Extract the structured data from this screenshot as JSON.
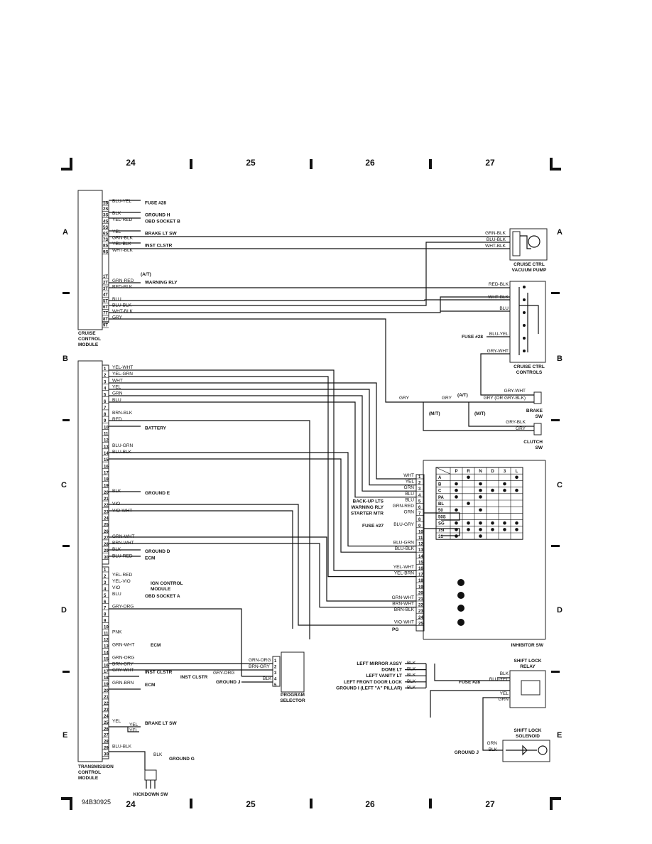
{
  "columns": [
    "24",
    "25",
    "26",
    "27"
  ],
  "rows": [
    "A",
    "B",
    "C",
    "D",
    "E"
  ],
  "figure_id": "94B30925",
  "components": {
    "cruise_module": "CRUISE CONTROL MODULE",
    "tcm": "TRANSMISSION CONTROL MODULE",
    "vacuum_pump": "CRUISE CTRL VACUUM PUMP",
    "cruise_controls": "CRUISE CTRL CONTROLS",
    "brake_sw": "BRAKE SW",
    "clutch_sw": "CLUTCH SW",
    "inhibitor_sw": "INHIBITOR SW",
    "shift_lock_relay": "SHIFT LOCK RELAY",
    "shift_lock_solenoid": "SHIFT LOCK SOLENOID",
    "program_selector": "PROGRAM SELECTOR",
    "kickdown_sw": "KICKDOWN SW",
    "ign_control_module": "IGN CONTROL MODULE"
  },
  "cruise_pins": [
    {
      "pin": "1S",
      "wire": "BLU-YEL",
      "dest": "FUSE #28"
    },
    {
      "pin": "2S",
      "wire": "",
      "dest": ""
    },
    {
      "pin": "3S",
      "wire": "BLK",
      "dest": "GROUND H"
    },
    {
      "pin": "4S",
      "wire": "YEL-RED",
      "dest": "OBD SOCKET B"
    },
    {
      "pin": "5S",
      "wire": "",
      "dest": ""
    },
    {
      "pin": "6S",
      "wire": "YEL",
      "dest": "BRAKE LT SW"
    },
    {
      "pin": "7S",
      "wire": "GRN-BLK",
      "dest": ""
    },
    {
      "pin": "8S",
      "wire": "YEL-BLK",
      "dest": "INST CLSTR"
    },
    {
      "pin": "9S",
      "wire": "WHT-BLK",
      "dest": ""
    },
    {
      "pin": "1T",
      "wire": "",
      "dest": ""
    },
    {
      "pin": "2T",
      "wire": "GRN-RED",
      "dest": "WARNING RLY"
    },
    {
      "pin": "3T",
      "wire": "RED-BLK",
      "dest": ""
    },
    {
      "pin": "4T",
      "wire": "",
      "dest": ""
    },
    {
      "pin": "5T",
      "wire": "BLU",
      "dest": ""
    },
    {
      "pin": "6T",
      "wire": "BLU-BLK",
      "dest": ""
    },
    {
      "pin": "7T",
      "wire": "WHT-BLK",
      "dest": ""
    },
    {
      "pin": "8T",
      "wire": "GRY",
      "dest": ""
    },
    {
      "pin": "9T",
      "wire": "",
      "dest": ""
    }
  ],
  "tcm_b": [
    {
      "pin": "1",
      "wire": "YEL-WHT",
      "dest": ""
    },
    {
      "pin": "2",
      "wire": "YEL-GRN",
      "dest": ""
    },
    {
      "pin": "3",
      "wire": "WHT",
      "dest": ""
    },
    {
      "pin": "4",
      "wire": "YEL",
      "dest": ""
    },
    {
      "pin": "5",
      "wire": "GRN",
      "dest": ""
    },
    {
      "pin": "6",
      "wire": "BLU",
      "dest": ""
    },
    {
      "pin": "7",
      "wire": "",
      "dest": ""
    },
    {
      "pin": "8",
      "wire": "BRN-BLK",
      "dest": ""
    },
    {
      "pin": "9",
      "wire": "RED",
      "dest": ""
    },
    {
      "pin": "10",
      "wire": "",
      "dest": "BATTERY"
    },
    {
      "pin": "11",
      "wire": "",
      "dest": ""
    },
    {
      "pin": "12",
      "wire": "",
      "dest": ""
    },
    {
      "pin": "13",
      "wire": "BLU-GRN",
      "dest": ""
    },
    {
      "pin": "14",
      "wire": "BLU-BLK",
      "dest": ""
    },
    {
      "pin": "15",
      "wire": "",
      "dest": ""
    },
    {
      "pin": "16",
      "wire": "",
      "dest": ""
    },
    {
      "pin": "17",
      "wire": "",
      "dest": ""
    },
    {
      "pin": "18",
      "wire": "",
      "dest": ""
    },
    {
      "pin": "19",
      "wire": "",
      "dest": ""
    },
    {
      "pin": "20",
      "wire": "BLK",
      "dest": "GROUND E"
    },
    {
      "pin": "21",
      "wire": "",
      "dest": ""
    },
    {
      "pin": "22",
      "wire": "VIO",
      "dest": ""
    },
    {
      "pin": "23",
      "wire": "VIO-WHT",
      "dest": ""
    },
    {
      "pin": "24",
      "wire": "",
      "dest": ""
    },
    {
      "pin": "25",
      "wire": "",
      "dest": ""
    },
    {
      "pin": "26",
      "wire": "",
      "dest": ""
    },
    {
      "pin": "27",
      "wire": "GRN-WHT",
      "dest": ""
    },
    {
      "pin": "28",
      "wire": "BRN-WHT",
      "dest": ""
    },
    {
      "pin": "29",
      "wire": "BLK",
      "dest": "GROUND D"
    },
    {
      "pin": "30",
      "wire": "BLU-RED",
      "dest": "ECM"
    }
  ],
  "tcm_d": [
    {
      "pin": "1",
      "wire": "",
      "dest": ""
    },
    {
      "pin": "2",
      "wire": "YEL-RED",
      "dest": ""
    },
    {
      "pin": "3",
      "wire": "YEL-VIO",
      "dest": ""
    },
    {
      "pin": "4",
      "wire": "VIO",
      "dest": ""
    },
    {
      "pin": "5",
      "wire": "BLU",
      "dest": "OBD SOCKET A"
    },
    {
      "pin": "6",
      "wire": "",
      "dest": ""
    },
    {
      "pin": "7",
      "wire": "GRY-ORG",
      "dest": ""
    },
    {
      "pin": "8",
      "wire": "",
      "dest": ""
    },
    {
      "pin": "9",
      "wire": "",
      "dest": ""
    },
    {
      "pin": "10",
      "wire": "",
      "dest": ""
    },
    {
      "pin": "11",
      "wire": "PNK",
      "dest": ""
    },
    {
      "pin": "12",
      "wire": "",
      "dest": ""
    },
    {
      "pin": "13",
      "wire": "GRN-WHT",
      "dest": ""
    },
    {
      "pin": "14",
      "wire": "",
      "dest": ""
    },
    {
      "pin": "15",
      "wire": "GRN-ORG",
      "dest": ""
    },
    {
      "pin": "16",
      "wire": "BRN-GRY",
      "dest": ""
    },
    {
      "pin": "17",
      "wire": "GRY-WHT",
      "dest": "INST CLSTR"
    },
    {
      "pin": "18",
      "wire": "",
      "dest": ""
    },
    {
      "pin": "19",
      "wire": "GRN-BRN",
      "dest": "ECM"
    },
    {
      "pin": "20",
      "wire": "",
      "dest": ""
    },
    {
      "pin": "21",
      "wire": "",
      "dest": ""
    },
    {
      "pin": "22",
      "wire": "",
      "dest": ""
    },
    {
      "pin": "23",
      "wire": "",
      "dest": ""
    },
    {
      "pin": "24",
      "wire": "",
      "dest": ""
    },
    {
      "pin": "25",
      "wire": "YEL",
      "dest": "BRAKE LT SW"
    },
    {
      "pin": "26",
      "wire": "",
      "dest": ""
    },
    {
      "pin": "27",
      "wire": "",
      "dest": ""
    },
    {
      "pin": "28",
      "wire": "",
      "dest": ""
    },
    {
      "pin": "29",
      "wire": "BLU-BLK",
      "dest": ""
    },
    {
      "pin": "30",
      "wire": "",
      "dest": ""
    }
  ],
  "labels": {
    "ecm": "ECM",
    "at": "(A/T)",
    "mt": "(M/T)",
    "yel": "YEL",
    "gry": "GRY",
    "gry_or": "GRY (OR GRY-BLK)",
    "gry_wht": "GRY-WHT",
    "gry_blk": "GRY-BLK",
    "grn_blk": "GRN-BLK",
    "blu_blk": "BLU-BLK",
    "wht_blk": "WHT-BLK",
    "red_blk": "RED-BLK",
    "blu": "BLU",
    "blu_yel": "BLU-YEL",
    "fuse28": "FUSE #28",
    "fuse27": "FUSE #27",
    "ground_j": "GROUND J",
    "ground_g": "GROUND G",
    "blk": "BLK",
    "grn": "GRN",
    "grn_org": "GRN-ORG",
    "brn_gry": "BRN-GRY",
    "gry_org": "GRY-ORG",
    "inst_clstr": "INST CLSTR",
    "pg": "PG"
  },
  "inhibitor_pins": [
    {
      "pin": "1",
      "wire": "WHT",
      "func": "",
      "row": "A"
    },
    {
      "pin": "2",
      "wire": "YEL",
      "func": "",
      "row": "B"
    },
    {
      "pin": "3",
      "wire": "GRN",
      "func": "",
      "row": "C"
    },
    {
      "pin": "4",
      "wire": "BLU",
      "func": "",
      "row": "PA"
    },
    {
      "pin": "5",
      "wire": "BLU",
      "func": "BACK-UP LTS",
      "row": "BL"
    },
    {
      "pin": "6",
      "wire": "GRN-RED",
      "func": "WARNING RLY",
      "row": "50"
    },
    {
      "pin": "7",
      "wire": "GRN",
      "func": "STARTER MTR",
      "row": "50S"
    },
    {
      "pin": "8",
      "wire": "",
      "func": "",
      "row": "SG"
    },
    {
      "pin": "9",
      "wire": "BLU-GRY",
      "func": "FUSE #27",
      "row": "15I"
    },
    {
      "pin": "10",
      "wire": "",
      "func": "",
      "row": "31"
    },
    {
      "pin": "11",
      "wire": "",
      "func": "",
      "row": ""
    },
    {
      "pin": "12",
      "wire": "BLU-GRN",
      "func": "",
      "row": ""
    },
    {
      "pin": "13",
      "wire": "BLU-BLK",
      "func": "",
      "row": ""
    },
    {
      "pin": "14",
      "wire": "",
      "func": "",
      "row": ""
    },
    {
      "pin": "15",
      "wire": "",
      "func": "",
      "row": ""
    },
    {
      "pin": "16",
      "wire": "YEL-WHT",
      "func": "",
      "row": ""
    },
    {
      "pin": "17",
      "wire": "YEL-BRN",
      "func": "",
      "row": ""
    },
    {
      "pin": "18",
      "wire": "",
      "func": "",
      "row": ""
    },
    {
      "pin": "19",
      "wire": "",
      "func": "",
      "row": ""
    },
    {
      "pin": "20",
      "wire": "",
      "func": "",
      "row": ""
    },
    {
      "pin": "21",
      "wire": "GRN-WHT",
      "func": "",
      "row": ""
    },
    {
      "pin": "22",
      "wire": "BRN-WHT",
      "func": "",
      "row": ""
    },
    {
      "pin": "23",
      "wire": "BRN-BLK",
      "func": "",
      "row": ""
    },
    {
      "pin": "24",
      "wire": "",
      "func": "",
      "row": ""
    },
    {
      "pin": "25",
      "wire": "VIO-WHT",
      "func": "",
      "row": ""
    }
  ],
  "inhibitor_table": {
    "cols": [
      "P",
      "R",
      "N",
      "D",
      "3",
      "L"
    ],
    "dots": [
      [
        0,
        1
      ],
      [
        0,
        5
      ],
      [
        1,
        0
      ],
      [
        1,
        2
      ],
      [
        1,
        4
      ],
      [
        2,
        0
      ],
      [
        2,
        2
      ],
      [
        2,
        3
      ],
      [
        2,
        4
      ],
      [
        2,
        5
      ],
      [
        3,
        0
      ],
      [
        3,
        2
      ],
      [
        4,
        1
      ],
      [
        5,
        0
      ],
      [
        5,
        2
      ],
      [
        7,
        0
      ],
      [
        7,
        1
      ],
      [
        7,
        2
      ],
      [
        7,
        3
      ],
      [
        7,
        4
      ],
      [
        7,
        5
      ],
      [
        8,
        0
      ],
      [
        8,
        1
      ],
      [
        8,
        2
      ],
      [
        8,
        3
      ],
      [
        8,
        4
      ],
      [
        8,
        5
      ],
      [
        9,
        0
      ],
      [
        9,
        2
      ]
    ]
  },
  "shift_lock": {
    "sources": [
      "LEFT MIRROR ASSY",
      "DOME LT",
      "LEFT VANITY LT",
      "LEFT FRONT DOOR LOCK",
      "GROUND I (LEFT \"A\" PILLAR)"
    ],
    "source_wire": "BLK",
    "relay_wires": [
      "BLK",
      "BLU-YEL",
      "YEL",
      "GRN"
    ],
    "solenoid_wires": [
      "GRN",
      "BLK"
    ]
  },
  "program_selector_pins": [
    "1",
    "2",
    "3",
    "4",
    "5"
  ],
  "kickdown_wire": "BLK"
}
